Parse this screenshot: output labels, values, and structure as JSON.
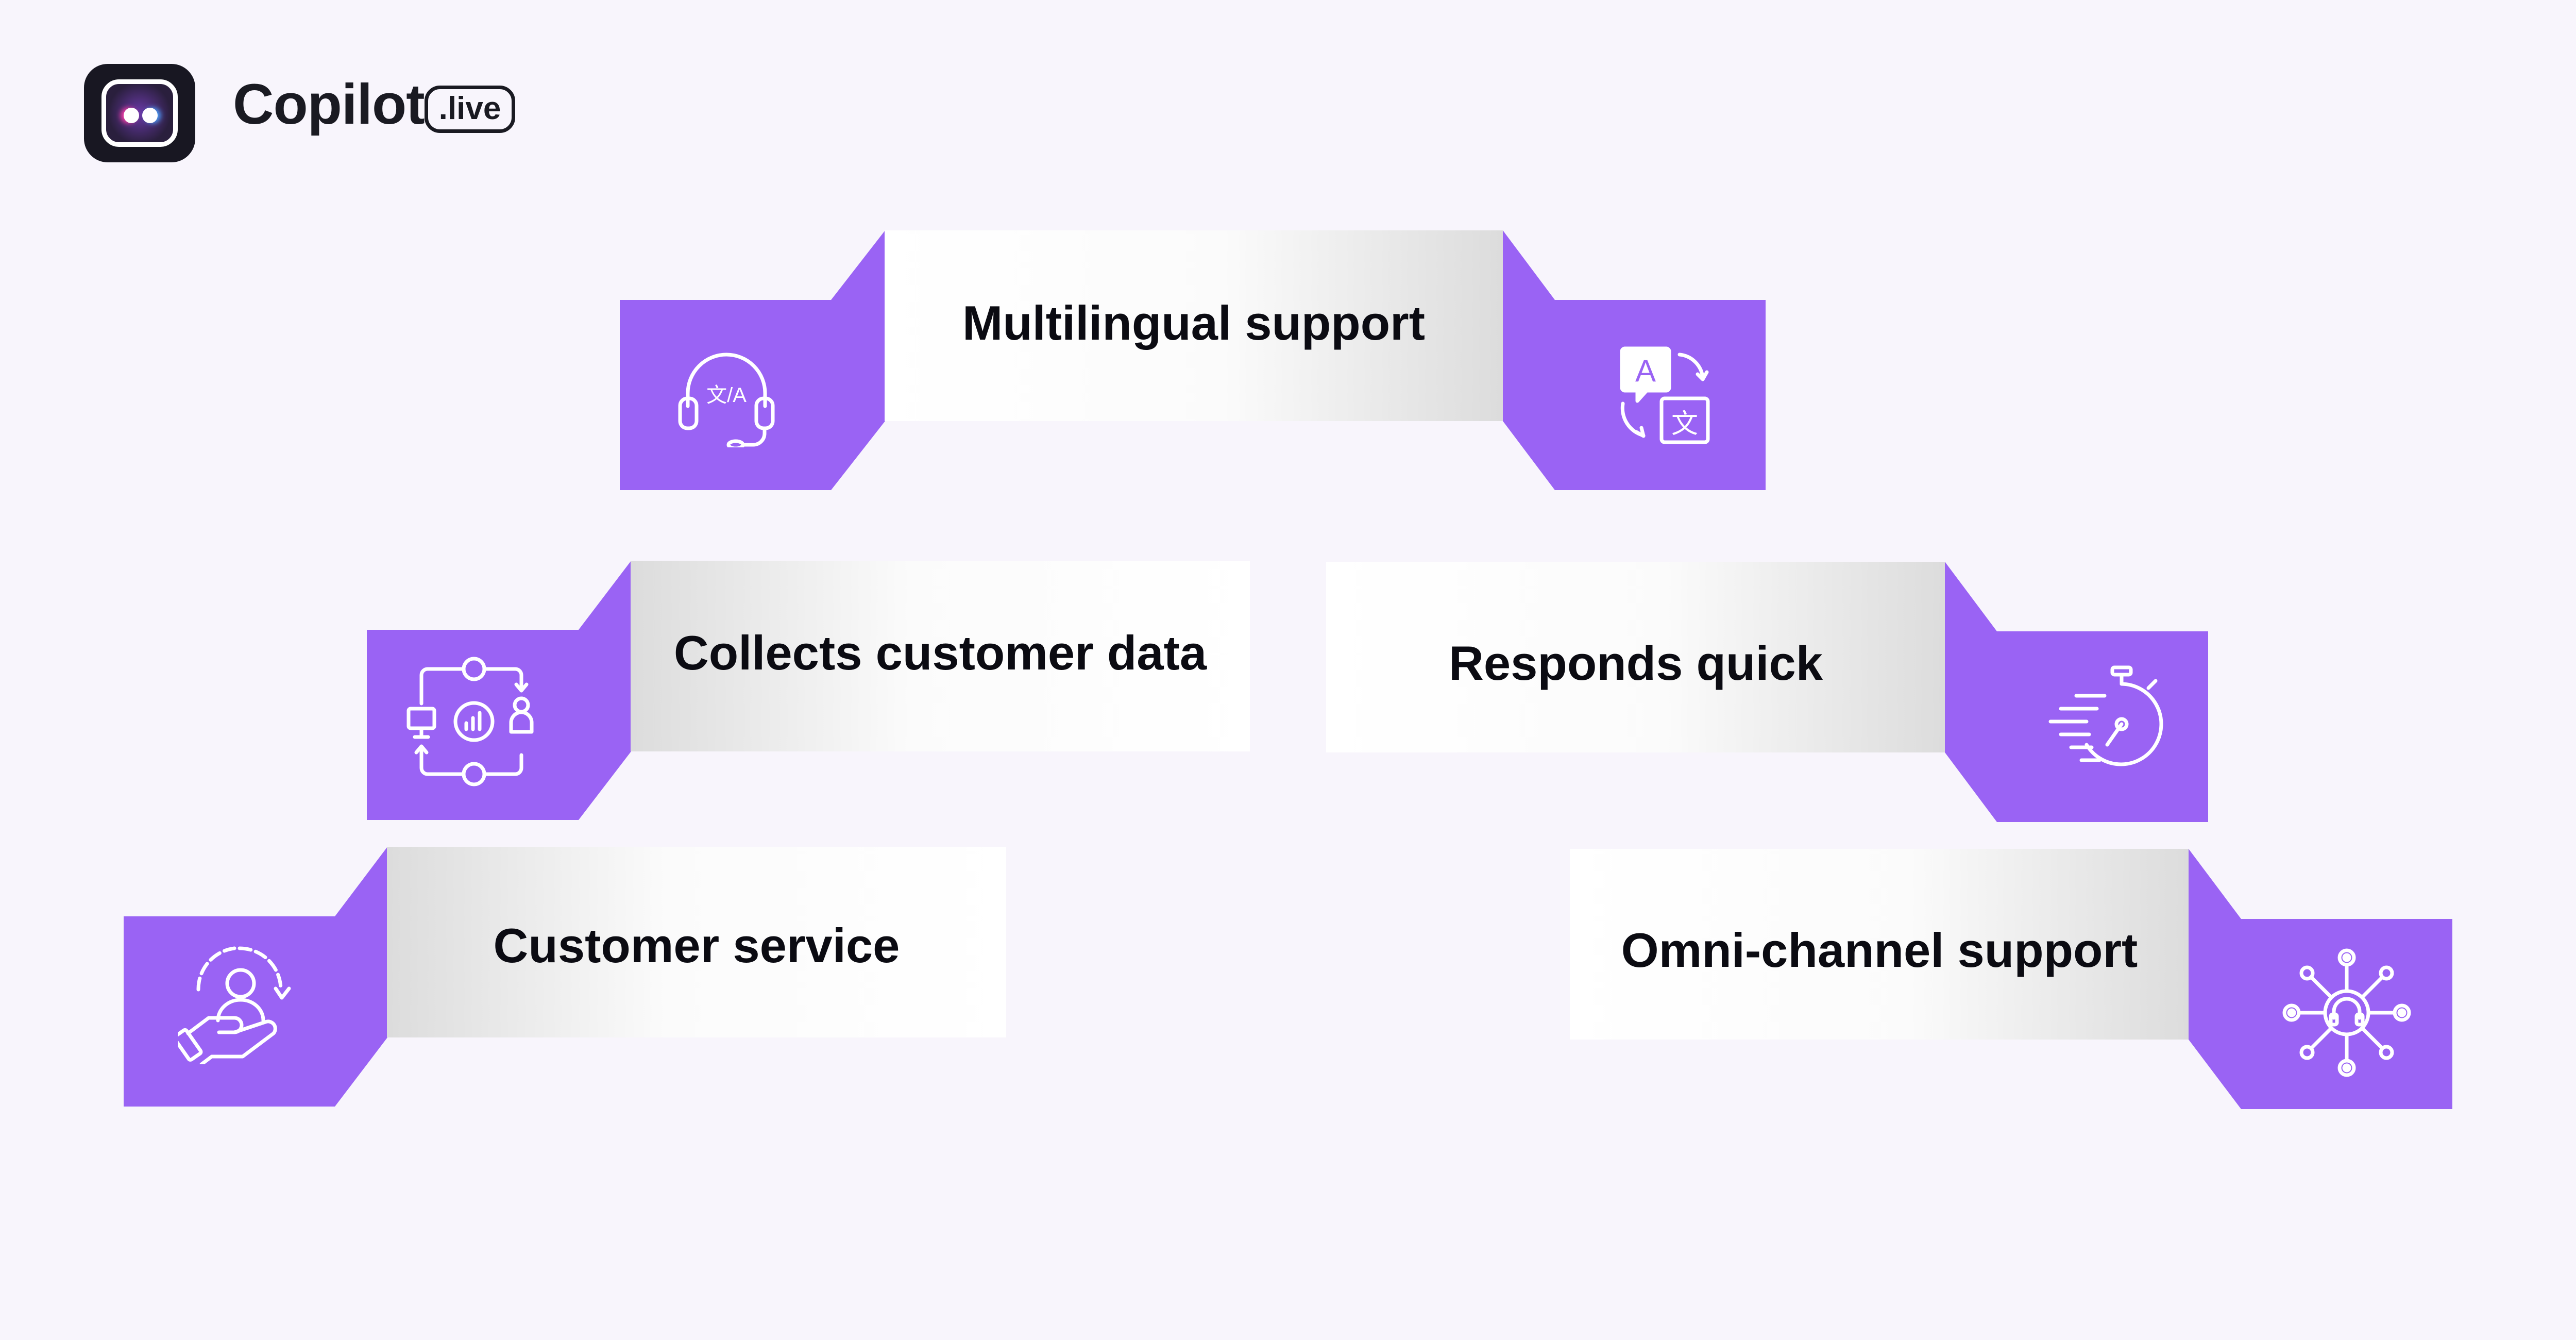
{
  "brand": {
    "name": "Copilot",
    "badge": ".live"
  },
  "features": [
    {
      "label": "Multilingual support",
      "icon": "headset-translate-icon"
    },
    {
      "label": "Multilingual support",
      "icon": "translate-icon"
    },
    {
      "label": "Collects customer data",
      "icon": "data-cycle-icon"
    },
    {
      "label": "Responds quick",
      "icon": "stopwatch-icon"
    },
    {
      "label": "Customer service",
      "icon": "customer-care-hand-icon"
    },
    {
      "label": "Omni-channel support",
      "icon": "network-headset-icon"
    }
  ],
  "labels": {
    "multilingual": "Multilingual support",
    "collects": "Collects customer data",
    "responds": "Responds quick",
    "service": "Customer service",
    "omni": "Omni-channel support"
  },
  "colors": {
    "accent": "#9a63f4",
    "background": "#f8f5fc",
    "text": "#0b0b12"
  }
}
